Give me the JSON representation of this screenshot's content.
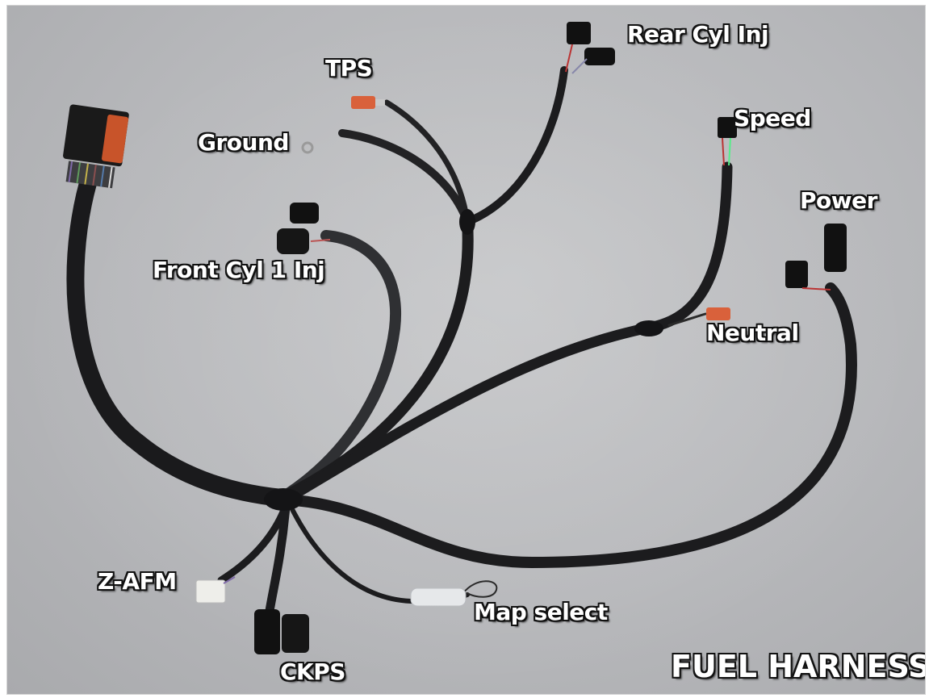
{
  "labels": {
    "rear_cyl_inj": "Rear Cyl Inj",
    "tps": "TPS",
    "speed": "Speed",
    "ground": "Ground",
    "power": "Power",
    "front_cyl_inj": "Front Cyl 1 Inj",
    "neutral": "Neutral",
    "z_afm": "Z-AFM",
    "map_select": "Map select",
    "ckps": "CKPS"
  },
  "title": "FUEL HARNESS",
  "colors": {
    "background": "#b9babd",
    "cable": "#1c1c1e",
    "main_connector_housing": "#1a1a1a",
    "main_connector_accent": "#c8542a",
    "spade_terminal": "#d9613b",
    "label_text": "#ffffff",
    "label_outline": "#111111"
  }
}
